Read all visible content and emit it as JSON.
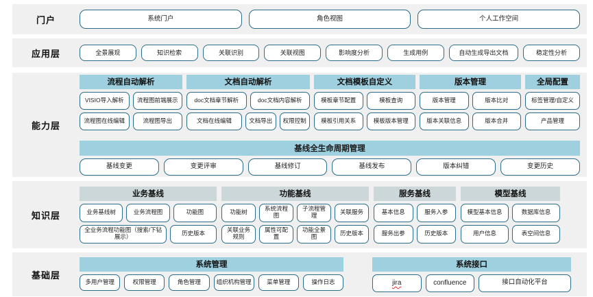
{
  "layers": [
    {
      "id": "portal",
      "label": "门户",
      "items": [
        "系统门户",
        "角色视图",
        "个人工作空间"
      ]
    },
    {
      "id": "application",
      "label": "应用层",
      "items": [
        "全景展现",
        "知识检索",
        "关联识别",
        "关联视图",
        "影响度分析",
        "生成用例",
        "自动生成导出文档",
        "稳定性分析"
      ]
    },
    {
      "id": "capability",
      "label": "能力层",
      "groups": [
        {
          "title": "流程自动解析",
          "rows": [
            [
              "VISIO导入解析",
              "流程图前端展示"
            ],
            [
              "流程图在线编辑",
              "流程图导出"
            ]
          ]
        },
        {
          "title": "文档自动解析",
          "rows": [
            [
              "doc文档章节解析",
              "doc文档内容解析"
            ],
            [
              "文档在线编辑",
              "文档导出",
              "权限控制"
            ]
          ]
        },
        {
          "title": "文档模板自定义",
          "rows": [
            [
              "模板章节配置",
              "模板查询"
            ],
            [
              "模板引用关系",
              "模板版本管理"
            ]
          ]
        },
        {
          "title": "版本管理",
          "rows": [
            [
              "版本管理",
              "版本比对"
            ],
            [
              "版本关联信息",
              "版本合并"
            ]
          ]
        },
        {
          "title": "全局配置",
          "rows": [
            [
              "标签管理/自定义"
            ],
            [
              "产品管理"
            ]
          ]
        }
      ],
      "baseline": {
        "title": "基线全生命周期管理",
        "items": [
          "基线变更",
          "变更评审",
          "基线修订",
          "基线发布",
          "版本纠错",
          "变更历史"
        ]
      }
    },
    {
      "id": "knowledge",
      "label": "知识层",
      "groups": [
        {
          "title": "业务基线",
          "rows": [
            [
              "业务基线树",
              "业务流程图",
              "功能图"
            ],
            [
              "全业务流程功能图（搜索/下钻展示）",
              "历史版本"
            ]
          ]
        },
        {
          "title": "功能基线",
          "rows": [
            [
              "功能树",
              "系统流程图",
              "子流程管理",
              "关联服务"
            ],
            [
              "关联业务规则",
              "属性可配置",
              "功能全景图",
              "历史版本"
            ]
          ]
        },
        {
          "title": "服务基线",
          "rows": [
            [
              "基本信息",
              "服务入参"
            ],
            [
              "服务出参",
              "历史版本"
            ]
          ]
        },
        {
          "title": "模型基线",
          "rows": [
            [
              "模型基本信息",
              "数据库信息"
            ],
            [
              "用户信息",
              "表空间信息"
            ]
          ]
        }
      ]
    },
    {
      "id": "foundation",
      "label": "基础层",
      "groups": [
        {
          "title": "系统管理",
          "rows": [
            [
              "多用户管理",
              "权限管理",
              "角色管理",
              "组织机构管理",
              "菜单管理",
              "操作日志"
            ]
          ]
        },
        {
          "title": "系统接口",
          "rows": [
            [
              "jira",
              "confluence",
              "接口自动化平台"
            ]
          ]
        }
      ]
    }
  ],
  "colors": {
    "band_background": "#f0f0f0",
    "pill_border": "#2b6c88",
    "group_header_blue": "#9ed0e0",
    "group_header_gray": "#ccd7da",
    "page_background": "#ffffff"
  }
}
